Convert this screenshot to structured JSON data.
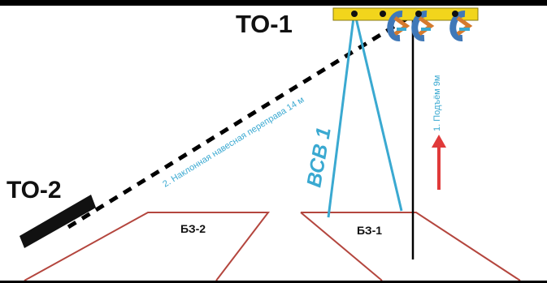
{
  "labels": {
    "to1": "ТО-1",
    "to2": "ТО-2",
    "bz1": "БЗ-1",
    "bz2": "БЗ-2",
    "bcb": "ВСВ 1",
    "lift": "1. Подъём 9м",
    "incline": "2. Наклонная навесная переправа 14 м"
  },
  "colors": {
    "cable": "#3aa9d1",
    "zone": "#b4463e",
    "arrow": "#e03a3a",
    "beam": "#f2d51c",
    "frame": "#000000"
  },
  "icons": [
    "pulley-icon",
    "pulley-icon",
    "pulley-icon"
  ]
}
